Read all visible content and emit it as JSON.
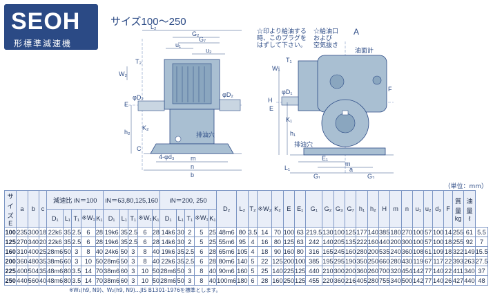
{
  "title": {
    "model": "SEOH",
    "subtitle": "形標準減速機",
    "size_range": "サイズ100～250"
  },
  "drawing": {
    "note_oil_plug": [
      "☆印より給油する",
      "時、このプラグを",
      "はずして下さい。"
    ],
    "note_air_vent": [
      "☆給油口",
      "および",
      "空気抜き"
    ],
    "label_oil_gauge": "油面計",
    "label_drain_left": "排油穴",
    "label_drain_right": "排油穴",
    "label_bolt_holes": "4-φd₃",
    "label_A": "A",
    "labels": {
      "L2": "L₂",
      "G2": "G₂",
      "G7": "G₇",
      "u1": "u₁",
      "u2": "u₂",
      "T2": "T₂",
      "W2": "W₂",
      "E": "E",
      "D2": "φD₂",
      "K2": "K₂",
      "h2": "h₂",
      "C": "C",
      "m": "m",
      "n": "n",
      "b": "b",
      "T1": "T₁",
      "W1": "W₁",
      "H": "H",
      "D1": "φD₁",
      "K1": "K₁",
      "h1": "h₁",
      "L1": "L₁",
      "G1": "G₁",
      "G3": "G₃",
      "a": "a",
      "F": "F"
    }
  },
  "unit_note": "（単位：mm）",
  "table": {
    "size_header": "サイズ",
    "size_sub": "E",
    "a": "a",
    "b": "b",
    "c": "c",
    "ratio_groups": [
      "減速比 iN＝100",
      "iN＝63,80,125,160",
      "iN＝200, 250"
    ],
    "sub_headers": [
      "D₁",
      "L₁",
      "T₁",
      "※W₁",
      "K₁"
    ],
    "right_headers": [
      "D₂",
      "L₂",
      "T₂",
      "※W₂",
      "K₂",
      "E",
      "E₁",
      "G₁",
      "G₂",
      "G₃",
      "G₇",
      "h₁",
      "h₂",
      "H",
      "m",
      "n",
      "u₁",
      "u₂",
      "d₃",
      "F"
    ],
    "mass_header": [
      "質量",
      "kg"
    ],
    "oil_header": [
      "油量",
      "ℓ"
    ],
    "rows": [
      [
        "100",
        "235",
        "300",
        "18",
        "22k6",
        "35",
        "2.5",
        "6",
        "28",
        "19k6",
        "35",
        "2.5",
        "6",
        "28",
        "14k6",
        "30",
        "2",
        "5",
        "25",
        "48m6",
        "80",
        "3.5",
        "14",
        "70",
        "100",
        "63",
        "219.5",
        "130",
        "100",
        "125",
        "177",
        "140",
        "385",
        "180",
        "270",
        "100",
        "57",
        "100",
        "14",
        "255",
        "61",
        "5.5"
      ],
      [
        "125",
        "270",
        "340",
        "20",
        "22k6",
        "35",
        "2.5",
        "6",
        "28",
        "19k6",
        "35",
        "2.5",
        "6",
        "28",
        "14k6",
        "30",
        "2",
        "5",
        "25",
        "55m6",
        "95",
        "4",
        "16",
        "80",
        "125",
        "63",
        "242",
        "140",
        "205",
        "135",
        "222",
        "160",
        "440",
        "200",
        "300",
        "100",
        "57",
        "100",
        "18",
        "255",
        "92",
        "7"
      ],
      [
        "160",
        "310",
        "400",
        "25",
        "28m6",
        "50",
        "3",
        "8",
        "40",
        "24k6",
        "50",
        "3",
        "8",
        "40",
        "19k6",
        "35",
        "2.5",
        "6",
        "28",
        "65m6",
        "105",
        "4",
        "18",
        "90",
        "160",
        "80",
        "316",
        "165",
        "245",
        "160",
        "280",
        "200",
        "535",
        "240",
        "360",
        "108",
        "61",
        "109",
        "18",
        "322",
        "149",
        "15.5"
      ],
      [
        "200",
        "360",
        "480",
        "35",
        "38m6",
        "60",
        "3",
        "10",
        "50",
        "28m6",
        "50",
        "3",
        "8",
        "40",
        "22k6",
        "35",
        "2.5",
        "6",
        "28",
        "80m6",
        "140",
        "5",
        "22",
        "125",
        "200",
        "100",
        "385",
        "195",
        "295",
        "190",
        "350",
        "250",
        "660",
        "280",
        "430",
        "119",
        "67",
        "117",
        "22",
        "393",
        "263",
        "27.5"
      ],
      [
        "225",
        "400",
        "504",
        "35",
        "48m6",
        "80",
        "3.5",
        "14",
        "70",
        "38m6",
        "60",
        "3",
        "10",
        "50",
        "28m6",
        "50",
        "3",
        "8",
        "40",
        "90m6",
        "160",
        "5",
        "25",
        "140",
        "225",
        "125",
        "440",
        "210",
        "300",
        "200",
        "360",
        "260",
        "700",
        "320",
        "454",
        "142",
        "77",
        "140",
        "22",
        "411",
        "340",
        "37"
      ],
      [
        "250",
        "440",
        "560",
        "40",
        "48m6",
        "80",
        "3.5",
        "14",
        "70",
        "38m6",
        "60",
        "3",
        "10",
        "50",
        "28m6",
        "50",
        "3",
        "8",
        "40",
        "100m6",
        "180",
        "6",
        "28",
        "160",
        "250",
        "125",
        "455",
        "220",
        "360",
        "216",
        "405",
        "280",
        "755",
        "340",
        "500",
        "142",
        "77",
        "140",
        "26",
        "427",
        "440",
        "48"
      ]
    ]
  },
  "footnote": "※W₁(h9, N9)、W₂(h9, N9)…JIS B1301-1976を標準とします。",
  "colors": {
    "brand": "#2b4a85",
    "machine": "#a9bfd2",
    "line": "#7d96c4"
  }
}
